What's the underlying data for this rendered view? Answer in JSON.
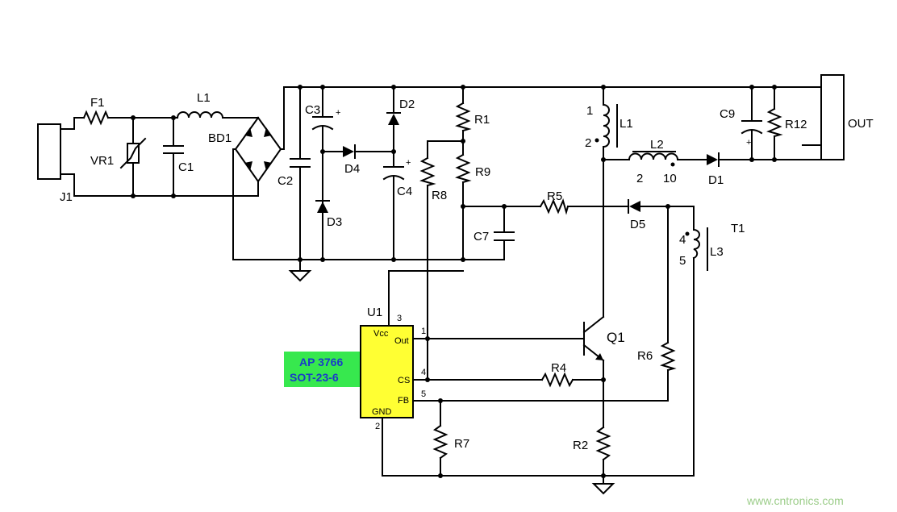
{
  "colors": {
    "chip_bg": "#37e84e",
    "chip_text": "#1a3cc8",
    "ic_fill": "#ffff33",
    "watermark": "#9ccd8a"
  },
  "labels": {
    "F1": "F1",
    "L1": "L1",
    "BD1": "BD1",
    "VR1": "VR1",
    "C1": "C1",
    "J1": "J1",
    "C2": "C2",
    "C3": "C3",
    "D2": "D2",
    "D4": "D4",
    "D3": "D3",
    "C4": "C4",
    "R1": "R1",
    "R9": "R9",
    "R8": "R8",
    "C7": "C7",
    "R5": "R5",
    "D5": "D5",
    "L1b": "L1",
    "L2": "L2",
    "D1": "D1",
    "C9": "C9",
    "R12": "R12",
    "OUT": "OUT",
    "T1": "T1",
    "L3": "L3",
    "Q1": "Q1",
    "R4": "R4",
    "R6": "R6",
    "R7": "R7",
    "R2": "R2",
    "U1": "U1"
  },
  "pins": {
    "l1_p1": "1",
    "l1_p2": "2",
    "l2_p2": "2",
    "l2_p10": "10",
    "l3_p4": "4",
    "l3_p5": "5",
    "u1_p3": "3",
    "u1_p1": "1",
    "u1_p4": "4",
    "u1_p5": "5",
    "u1_p2": "2"
  },
  "ic_pins": {
    "vcc": "Vcc",
    "out": "Out",
    "cs": "CS",
    "fb": "FB",
    "gnd": "GND"
  },
  "chip": {
    "line1": "AP 3766",
    "line2": "SOT-23-6"
  },
  "watermark": "www.cntronics.com"
}
